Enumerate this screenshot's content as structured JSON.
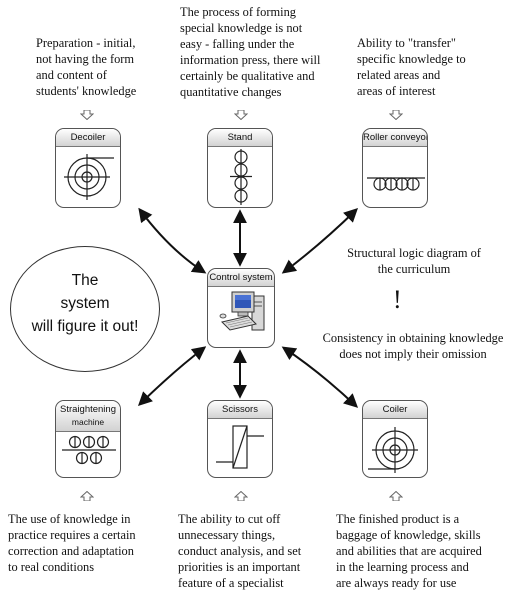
{
  "top_notes": {
    "preparation": [
      "Preparation - initial,",
      "not having the form",
      "and content of",
      "students' knowledge"
    ],
    "process": [
      "The process of forming",
      "special knowledge is not",
      "easy - falling under the",
      "information press, there will",
      "certainly be qualitative and",
      "quantitative changes"
    ],
    "transfer": [
      "Ability to \"transfer\"",
      "specific knowledge to",
      "related areas and",
      "areas of interest"
    ]
  },
  "cards": {
    "decoiler": "Decoiler",
    "stand": "Stand",
    "roller_conveyor": "Roller conveyor",
    "control_system": "Control system",
    "straightening_line1": "Straightening",
    "straightening_line2": "machine",
    "scissors": "Scissors",
    "coiler": "Coiler"
  },
  "ellipse_lines": [
    "The",
    "system",
    "will figure it out!"
  ],
  "right_notes": {
    "structural": [
      "Structural logic diagram of",
      "the curriculum"
    ],
    "exclamation": "!",
    "consistency": [
      "Consistency in obtaining knowledge",
      "does not imply their omission"
    ]
  },
  "bottom_notes": {
    "use": [
      "The use of knowledge in",
      "practice requires a certain",
      "correction and adaptation",
      "to real conditions"
    ],
    "cut": [
      "The ability to cut off",
      "unnecessary things,",
      "conduct analysis, and set",
      "priorities is an important",
      "feature of a specialist"
    ],
    "product": [
      "The finished product is a",
      "baggage of knowledge, skills",
      "and abilities that are acquired",
      "in the learning process and",
      "are always ready for use"
    ]
  }
}
